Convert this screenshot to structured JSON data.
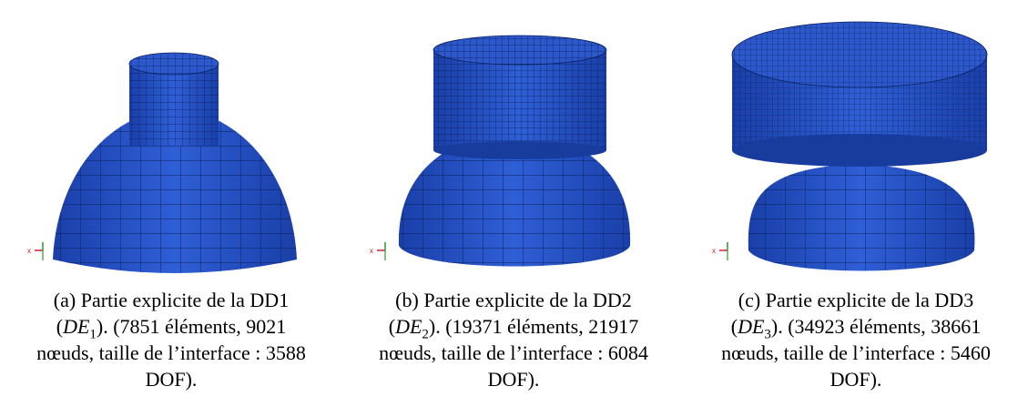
{
  "colors": {
    "mesh_fill": "#2a55c8",
    "mesh_dark": "#143a96",
    "mesh_line": "#0a1f5c",
    "axis_x": "#cc2222",
    "axis_y": "#2a9a2a"
  },
  "panels": [
    {
      "tag": "(a)",
      "line1": "Partie explicite de la DD1",
      "de": "DE",
      "de_sub": "1",
      "line2_rest": "). (7851 éléments, 9021",
      "line3": "nœuds, taille de l’interface : 3588",
      "line4": "DOF)."
    },
    {
      "tag": "(b)",
      "line1": "Partie explicite de la DD2",
      "de": "DE",
      "de_sub": "2",
      "line2_rest": "). (19371 éléments, 21917",
      "line3": "nœuds, taille de l’interface : 6084",
      "line4": "DOF)."
    },
    {
      "tag": "(c)",
      "line1": "Partie explicite de la DD3",
      "de": "DE",
      "de_sub": "3",
      "line2_rest": "). (34923 éléments, 38661",
      "line3": "nœuds, taille de l’interface : 5460",
      "line4": "DOF)."
    }
  ],
  "axis_label_x": "x"
}
